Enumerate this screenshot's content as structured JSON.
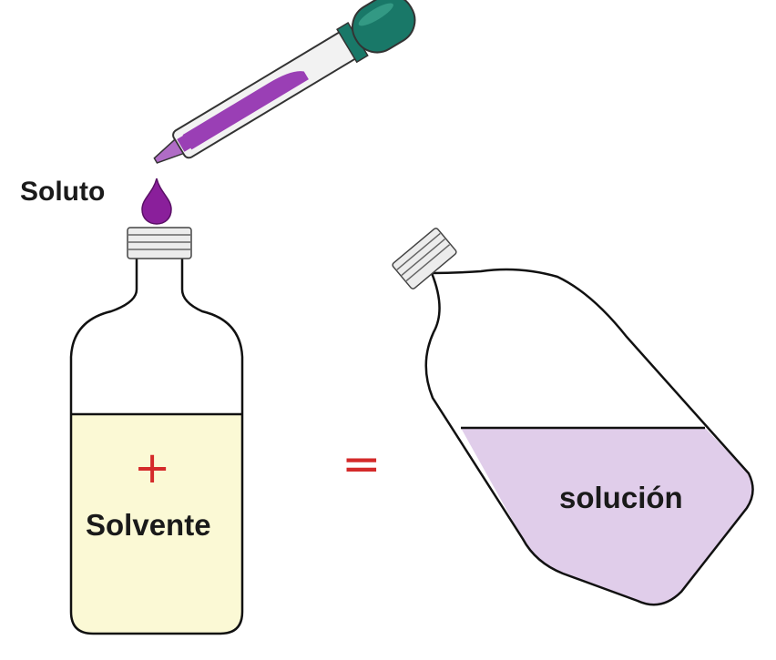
{
  "labels": {
    "solute": "Soluto",
    "solvent": "Solvente",
    "solution": "solución"
  },
  "symbols": {
    "plus": "+",
    "equals": "="
  },
  "colors": {
    "solvent_liquid": "#fbf9d5",
    "solution_liquid": "#e0cdea",
    "solute_drop": "#8a1f9b",
    "dropper_bulb": "#197868",
    "operator_red": "#d42a2a"
  }
}
